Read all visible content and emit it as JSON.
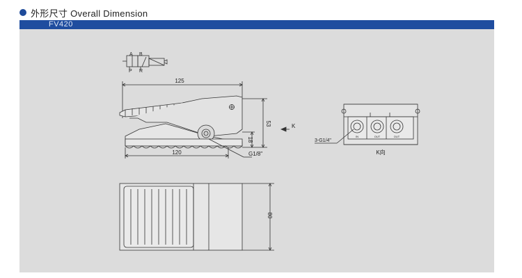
{
  "header": {
    "title": "外形尺寸 Overall Dimension",
    "model": "FV420"
  },
  "symbol": {
    "port_a": "A",
    "port_b": "B",
    "port_p": "P",
    "port_r": "R"
  },
  "side_view": {
    "dim_overall_length": "125",
    "dim_base_length": "120",
    "dim_height": "53",
    "dim_port_height": "18",
    "port_thread": "G1/8\"",
    "view_arrow_label": "K"
  },
  "k_view": {
    "ports_label": "3-G1/4\"",
    "caption": "K向",
    "port_labels": [
      "IN",
      "OUT",
      "OUT"
    ]
  },
  "top_view": {
    "dim_width": "80"
  },
  "colors": {
    "brand_blue": "#1f4d9f",
    "panel_gray": "#dcdcdc",
    "line": "#333333"
  }
}
